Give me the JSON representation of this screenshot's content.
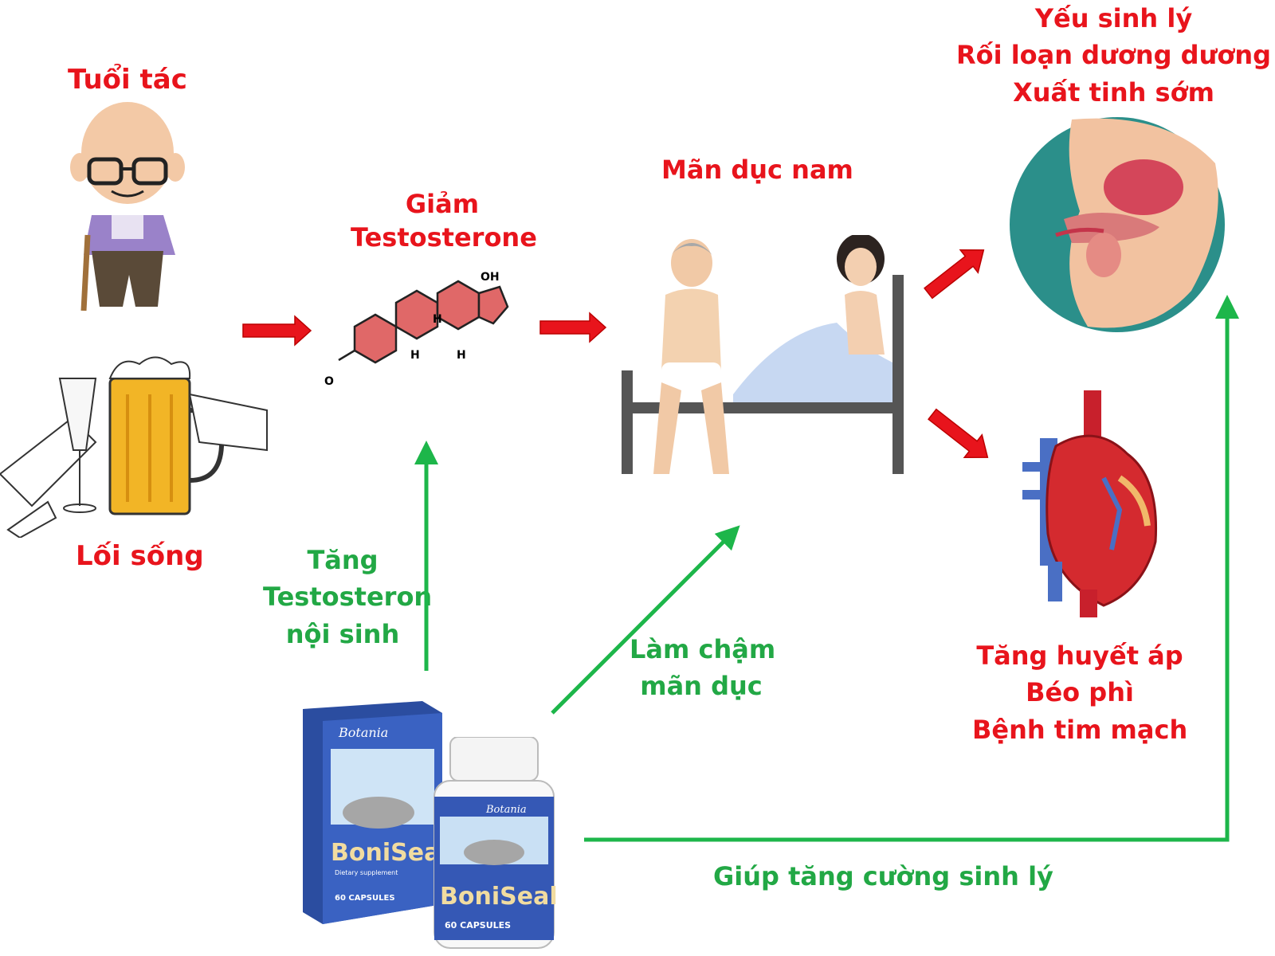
{
  "colors": {
    "red_text": "#e8141c",
    "green_text": "#22a845",
    "red_arrow": "#e8141c",
    "green_arrow": "#1db64a"
  },
  "causes": {
    "age": "Tuổi tác",
    "lifestyle": "Lối sống"
  },
  "hormone": {
    "line1": "Giảm",
    "line2": "Testosterone",
    "molecule_labels": {
      "oh": "OH",
      "o": "O",
      "h1": "H",
      "h2": "H",
      "h3": "H"
    }
  },
  "andropause": {
    "title": "Mãn dục nam"
  },
  "sexual_effects": {
    "line1": "Yếu sinh lý",
    "line2": "Rối loạn dương dương",
    "line3": "Xuất tinh sớm"
  },
  "health_effects": {
    "line1": "Tăng huyết áp",
    "line2": "Béo phì",
    "line3": "Bệnh tim mạch"
  },
  "benefits": {
    "increase_1": "Tăng",
    "increase_2": "Testosteron",
    "increase_3": "nội sinh",
    "slow_1": "Làm chậm",
    "slow_2": "mãn dục",
    "boost": "Giúp tăng cường sinh lý"
  },
  "product": {
    "brand": "Botania",
    "name": "BoniSeal",
    "capsules": "60 CAPSULES",
    "box_subtitle": "Dietary supplement"
  },
  "icons": [
    "old-man-icon",
    "beer-toast-icon",
    "testosterone-molecule-icon",
    "couple-in-bed-icon",
    "reproductive-anatomy-icon",
    "heart-icon",
    "product-box-icon",
    "product-bottle-icon"
  ]
}
